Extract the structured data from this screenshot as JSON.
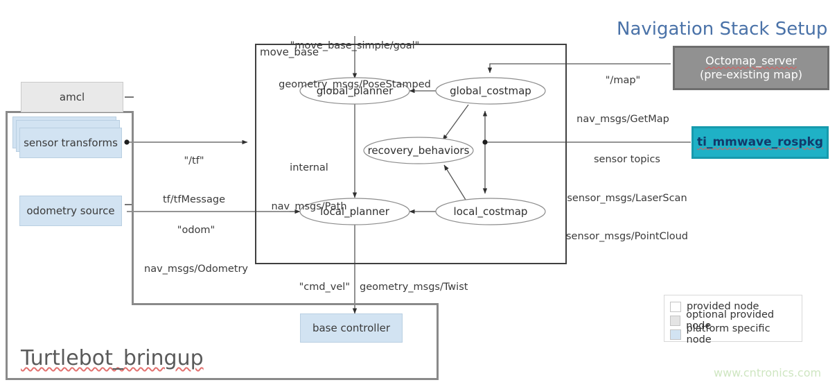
{
  "page": {
    "title": "Navigation Stack Setup",
    "title_color": "#4a72a8",
    "watermark": "www.cntronics.com",
    "watermark_color": "#cfe6c2",
    "background": "#ffffff"
  },
  "containers": {
    "move_base": {
      "label": "move_base"
    },
    "turtlebot_bringup": {
      "label": "Turtlebot_bringup",
      "misspelled": true
    }
  },
  "nodes": {
    "amcl": {
      "label": "amcl",
      "kind": "optional provided node",
      "fill": "#e9e9e9"
    },
    "sensor_transforms": {
      "label": "sensor transforms",
      "kind": "platform specific node",
      "fill": "#d2e3f2",
      "stacked": true
    },
    "odometry_source": {
      "label": "odometry source",
      "kind": "platform specific node",
      "fill": "#d2e3f2"
    },
    "base_controller": {
      "label": "base controller",
      "kind": "platform specific node",
      "fill": "#d2e3f2"
    },
    "octomap_server": {
      "line1": "Octomap_server",
      "line2": "(pre-existing  map)",
      "fill": "#919191",
      "text_color": "#ffffff",
      "misspelled": true
    },
    "ti_mmwave_rospkg": {
      "label": "ti_mmwave_rospkg",
      "fill": "#1fb1c6",
      "text_color": "#123a6b",
      "misspelled": true
    }
  },
  "ellipses": {
    "global_planner": {
      "label": "global_planner"
    },
    "global_costmap": {
      "label": "global_costmap"
    },
    "recovery_behaviors": {
      "label": "recovery_behaviors"
    },
    "local_planner": {
      "label": "local_planner"
    },
    "local_costmap": {
      "label": "local_costmap"
    }
  },
  "edge_labels": {
    "goal": {
      "line1": "\"move_base_simple/goal\"",
      "line2": "geometry_msgs/PoseStamped"
    },
    "map": {
      "line1": "\"/map\"",
      "line2": "nav_msgs/GetMap"
    },
    "sensors": {
      "line1": "sensor topics",
      "line2": "sensor_msgs/LaserScan",
      "line3": "sensor_msgs/PointCloud"
    },
    "tf": {
      "line1": "\"/tf\"",
      "line2": "tf/tfMessage"
    },
    "odom": {
      "line1": "\"odom\"",
      "line2": "nav_msgs/Odometry"
    },
    "internal": {
      "line1": "internal",
      "line2": "nav_msgs/Path"
    },
    "cmd_vel": {
      "line1": "\"cmd_vel\"",
      "line2": "geometry_msgs/Twist"
    }
  },
  "legend": {
    "items": [
      {
        "label": "provided node",
        "color": "#ffffff"
      },
      {
        "label": "optional provided node",
        "color": "#e4e4e4"
      },
      {
        "label": "platform specific node",
        "color": "#d2e3f2"
      }
    ]
  }
}
